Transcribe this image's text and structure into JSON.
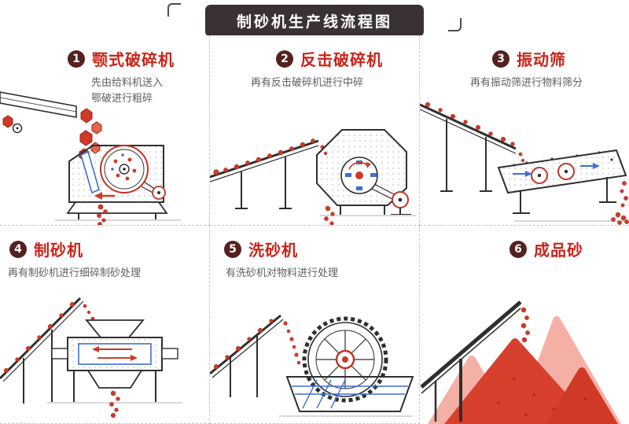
{
  "title": "制砂机生产线流程图",
  "panels": [
    {
      "number": "1",
      "title": "颚式破碎机",
      "subtitle": "先由给料机送入\n鄂破进行粗碎"
    },
    {
      "number": "2",
      "title": "反击破碎机",
      "subtitle": "再有反击破碎机进行中碎"
    },
    {
      "number": "3",
      "title": "振动筛",
      "subtitle": "再有振动筛进行物料筛分"
    },
    {
      "number": "4",
      "title": "制砂机",
      "subtitle": "再有制砂机进行细碎制砂处理"
    },
    {
      "number": "5",
      "title": "洗砂机",
      "subtitle": "有洗砂机对物料进行处理"
    },
    {
      "number": "6",
      "title": "成品砂",
      "subtitle": ""
    }
  ],
  "colors": {
    "heading_red": "#c9241a",
    "step_circle_bg": "#552120",
    "badge_bg": "#3a3136",
    "subtitle_gray": "#5e5e5e",
    "accent_red": "#cf3a28",
    "line_dark": "#2f2f2f",
    "water_blue": "#3e6fd0",
    "sand_pink": "#f5b0a6"
  }
}
